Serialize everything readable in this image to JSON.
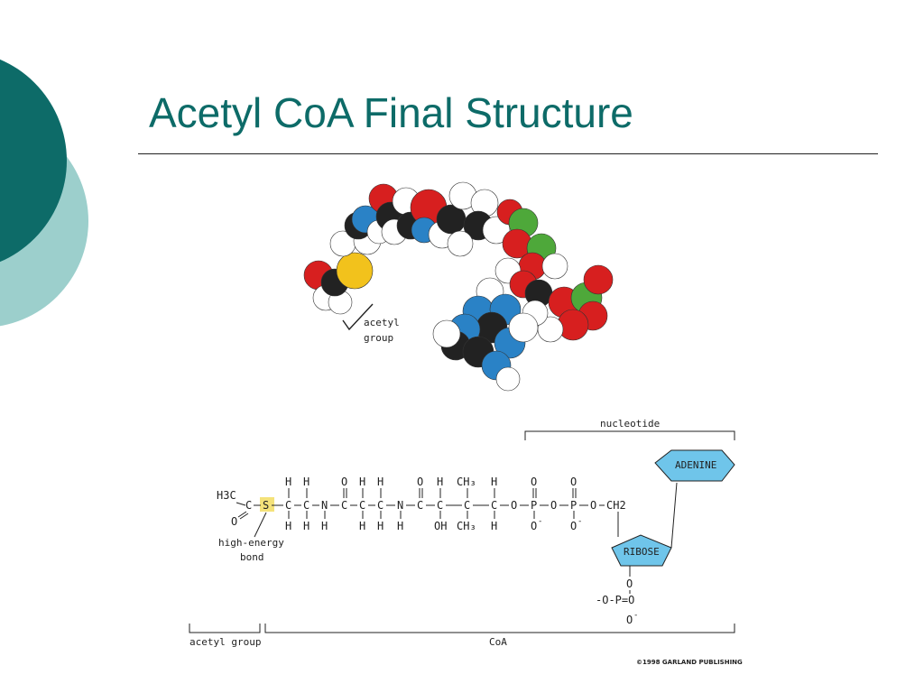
{
  "slide": {
    "title": "Acetyl CoA Final Structure",
    "colors": {
      "dark_teal": "#0d6b68",
      "light_teal": "#9ccfcc"
    }
  },
  "space_filling_model": {
    "label": "acetyl group",
    "label_line1": "acetyl",
    "label_line2": "group",
    "atom_colors": {
      "carbon": "#222222",
      "hydrogen": "#ffffff",
      "oxygen": "#d71f1f",
      "nitrogen": "#2a82c6",
      "sulfur": "#f2c21c",
      "phosphorus": "#4ea83a"
    }
  },
  "structural_formula": {
    "h3c": "H3C",
    "o_carbonyl": "O",
    "s_atom": "S",
    "high_energy_bond_line1": "high-energy",
    "high_energy_bond_line2": "bond",
    "nucleotide": "nucleotide",
    "adenine": "ADENINE",
    "ribose": "RIBOSE",
    "ch2": "CH2",
    "acetyl_group": "acetyl group",
    "coa": "CoA",
    "phosphate": "-O-P=O",
    "copyright": "©1998 GARLAND PUBLISHING"
  }
}
